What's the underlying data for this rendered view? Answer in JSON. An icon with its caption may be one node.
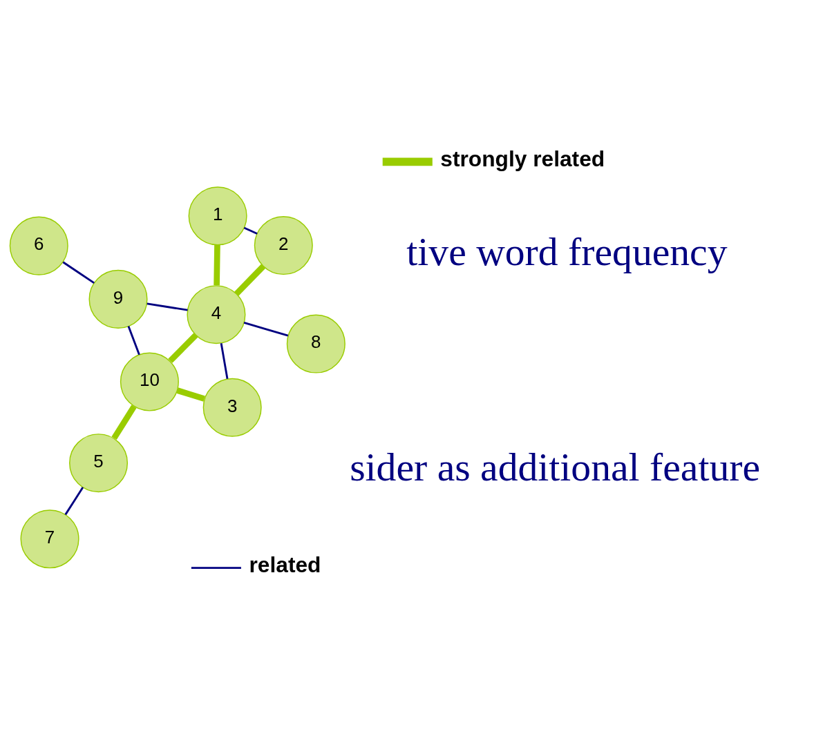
{
  "diagram": {
    "nodes": [
      {
        "text": [
          "1"
        ]
      },
      {
        "text": [
          "2"
        ]
      },
      {
        "text": [
          "3"
        ]
      },
      {
        "text": [
          "4"
        ]
      },
      {
        "text": [
          "5"
        ]
      },
      {
        "text": [
          "6"
        ]
      },
      {
        "text": [
          "7"
        ]
      },
      {
        "text": [
          "8"
        ]
      },
      {
        "text": [
          "9"
        ]
      },
      {
        "text": [
          "10"
        ]
      }
    ],
    "edges": [
      {
        "from": 0,
        "to": 1,
        "arrow": "none"
      },
      {
        "from": 0,
        "to": 3,
        "arrow": "none",
        "style": "thick",
        "color": "#99cc00"
      },
      {
        "from": 1,
        "to": 3,
        "arrow": "none",
        "style": "thick",
        "color": "#99cc00"
      },
      {
        "from": 2,
        "to": 3,
        "arrow": "none"
      },
      {
        "from": 2,
        "to": 9,
        "arrow": "none",
        "style": "thick",
        "color": "#99cc00"
      },
      {
        "from": 6,
        "to": 4,
        "arrow": "none"
      },
      {
        "from": 4,
        "to": 9,
        "arrow": "none",
        "style": "thick",
        "color": "#99cc00"
      },
      {
        "from": 3,
        "to": 9,
        "arrow": "none",
        "style": "thick",
        "color": "#99cc00"
      },
      {
        "from": 3,
        "to": 7,
        "arrow": "none"
      },
      {
        "from": 3,
        "to": 8,
        "arrow": "none"
      },
      {
        "from": 5,
        "to": 8,
        "arrow": "none"
      },
      {
        "from": 8,
        "to": 9,
        "arrow": "none"
      }
    ],
    "labels": [
      "sider as additional feature",
      "tive word frequency"
    ],
    "legend": [
      {
        "text": "related"
      },
      {
        "text": "strongly related"
      }
    ]
  }
}
